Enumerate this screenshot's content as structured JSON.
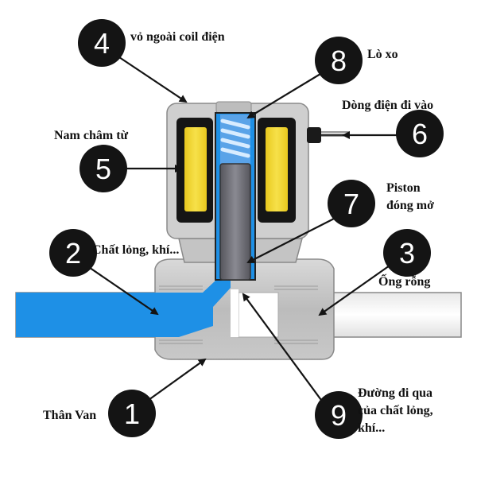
{
  "callouts": [
    {
      "num": "1",
      "label": "Thân Van"
    },
    {
      "num": "2",
      "label": "Chất lỏng, khí..."
    },
    {
      "num": "3",
      "label": "Ống rỗng"
    },
    {
      "num": "4",
      "label": "vỏ ngoài coil điện"
    },
    {
      "num": "5",
      "label": "Nam châm từ"
    },
    {
      "num": "6",
      "label": "Dòng điện đi vào"
    },
    {
      "num": "7",
      "label_line1": "Piston",
      "label_line2": "đóng mở"
    },
    {
      "num": "8",
      "label": "Lò xo"
    },
    {
      "num": "9",
      "label_line1": "Đường đi qua",
      "label_line2": "của chất lỏng,",
      "label_line3": "khí..."
    }
  ],
  "colors": {
    "fluid": "#1e90e6",
    "body": "#c9c9c9",
    "coil": "#f2d52c",
    "piston": "#6e6e76",
    "spring": "#3d8fe0",
    "marker": "#141414"
  }
}
